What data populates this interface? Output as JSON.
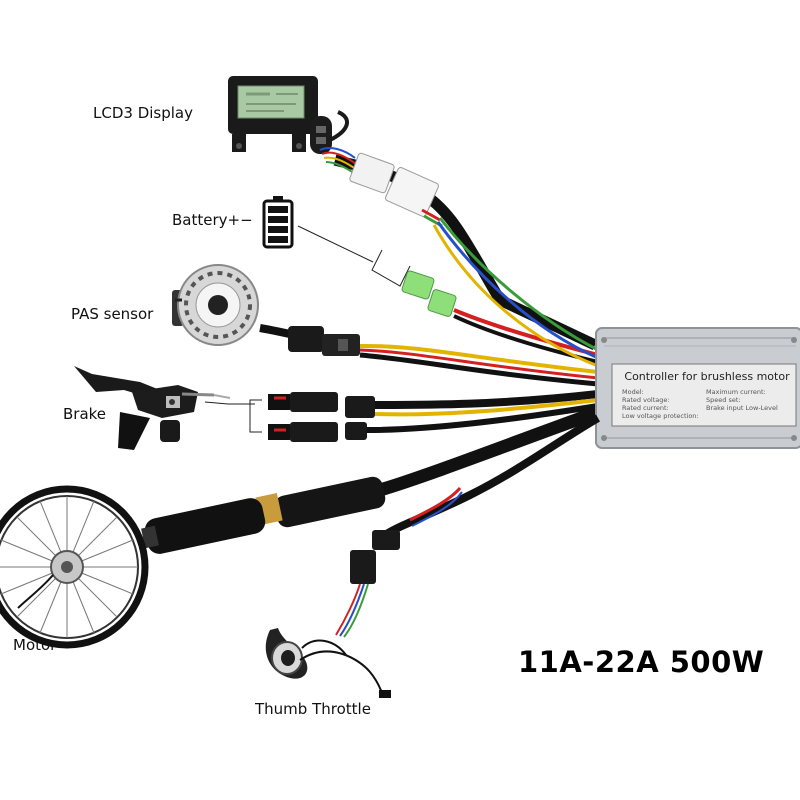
{
  "labels": {
    "lcd": "LCD3 Display",
    "battery": "Battery+−",
    "pas": "PAS sensor",
    "brake": "Brake",
    "motor": "Motor",
    "throttle": "Thumb Throttle"
  },
  "rating": "11A-22A 500W",
  "controller": {
    "title": "Controller for brushless motor",
    "specs": {
      "model": "Model:",
      "rated_voltage": "Rated voltage:",
      "rated_current": "Rated current:",
      "low_voltage": "Low voltage protection:",
      "max_current": "Maximum current:",
      "speed_set": "Speed set:",
      "brake_input": "Brake input Low-Level"
    }
  },
  "colors": {
    "cable": "#111111",
    "controller_body": "#c9ccd0",
    "lcd_screen": "#a9c9a4",
    "connector_green": "#8ede7a",
    "wire_red": "#d42020",
    "wire_yellow": "#e2b400",
    "wire_green": "#3a9b3a",
    "wire_blue": "#2550c8"
  }
}
